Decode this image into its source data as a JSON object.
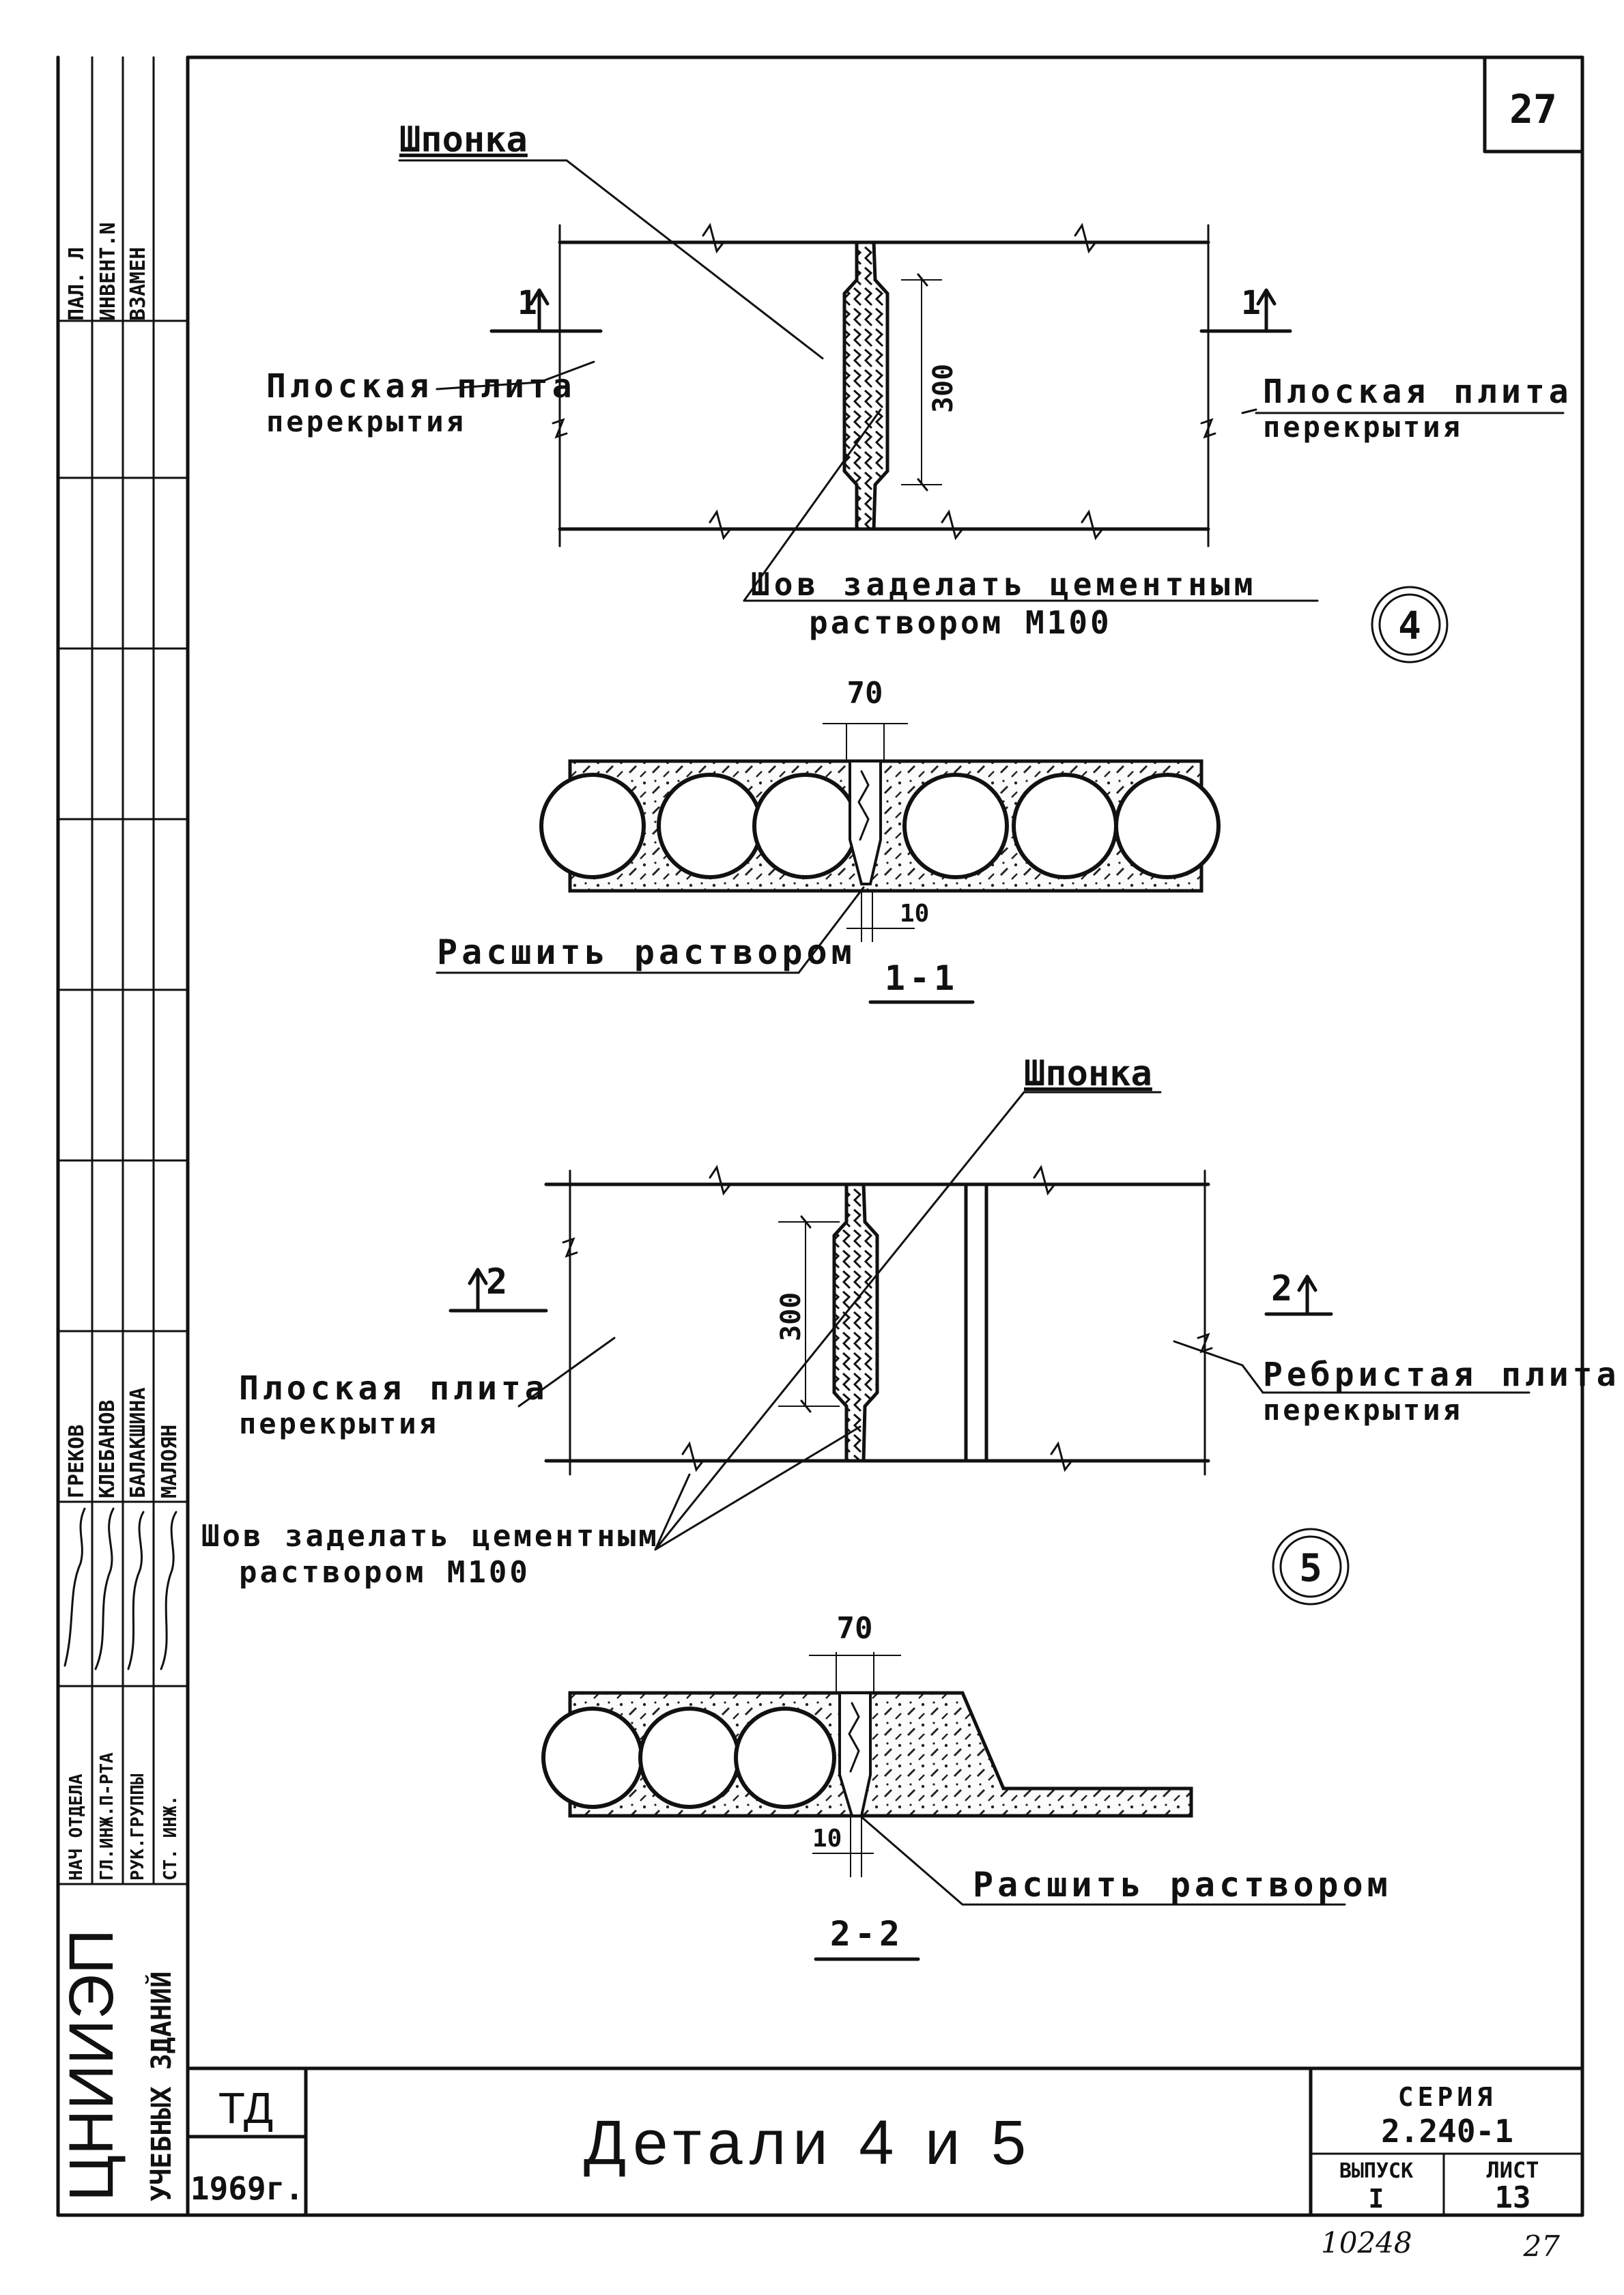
{
  "sheet_number_top": "27",
  "side_stamp": {
    "cols": [
      "ПАЛ. Л",
      "ИНВЕНТ.N",
      "ВЗАМЕН"
    ]
  },
  "detail4": {
    "key_label": "Шпонка",
    "slab_left": [
      "Плоская плита",
      "перекрытия"
    ],
    "slab_right": [
      "Плоская плита",
      "перекрытия"
    ],
    "joint_note": [
      "Шов заделать цементным",
      "раствором М100"
    ],
    "dim_300": "300",
    "section_mark": "1",
    "detail_number": "4"
  },
  "section11": {
    "dim_top": "70",
    "dim_bottom": "10",
    "note": "Расшить раствором",
    "title": "1-1"
  },
  "detail5": {
    "key_label": "Шпонка",
    "slab_left": [
      "Плоская плита",
      "перекрытия"
    ],
    "slab_right": [
      "Ребристая плита",
      "перекрытия"
    ],
    "joint_note": [
      "Шов заделать цементным",
      "раствором М100"
    ],
    "dim_300": "300",
    "section_mark": "2",
    "detail_number": "5"
  },
  "section22": {
    "dim_top": "70",
    "dim_bottom": "10",
    "note": "Расшить раствором",
    "title": "2-2"
  },
  "signatures": {
    "roles": [
      "НАЧ ОТДЕЛА",
      "ГЛ.ИНЖ.П-РТА",
      "РУК.ГРУППЫ",
      "СТ. ИНЖ."
    ],
    "names": [
      "ГРЕКОВ",
      "КЛЕБАНОВ",
      "БАЛАКШИНА",
      "МАЛОЯН"
    ]
  },
  "organization": {
    "name": "ЦНИИЭП",
    "subtitle": "УЧЕБНЫХ ЗДАНИЙ"
  },
  "title_block": {
    "code": "ТД",
    "year": "1969г.",
    "title": "Детали 4 и 5",
    "series_label": "СЕРИЯ",
    "series_value": "2.240-1",
    "issue_label": "ВЫПУСК",
    "issue_value": "I",
    "sheet_label": "ЛИСТ",
    "sheet_value": "13"
  },
  "footer": {
    "inventory": "10248",
    "page": "27"
  }
}
